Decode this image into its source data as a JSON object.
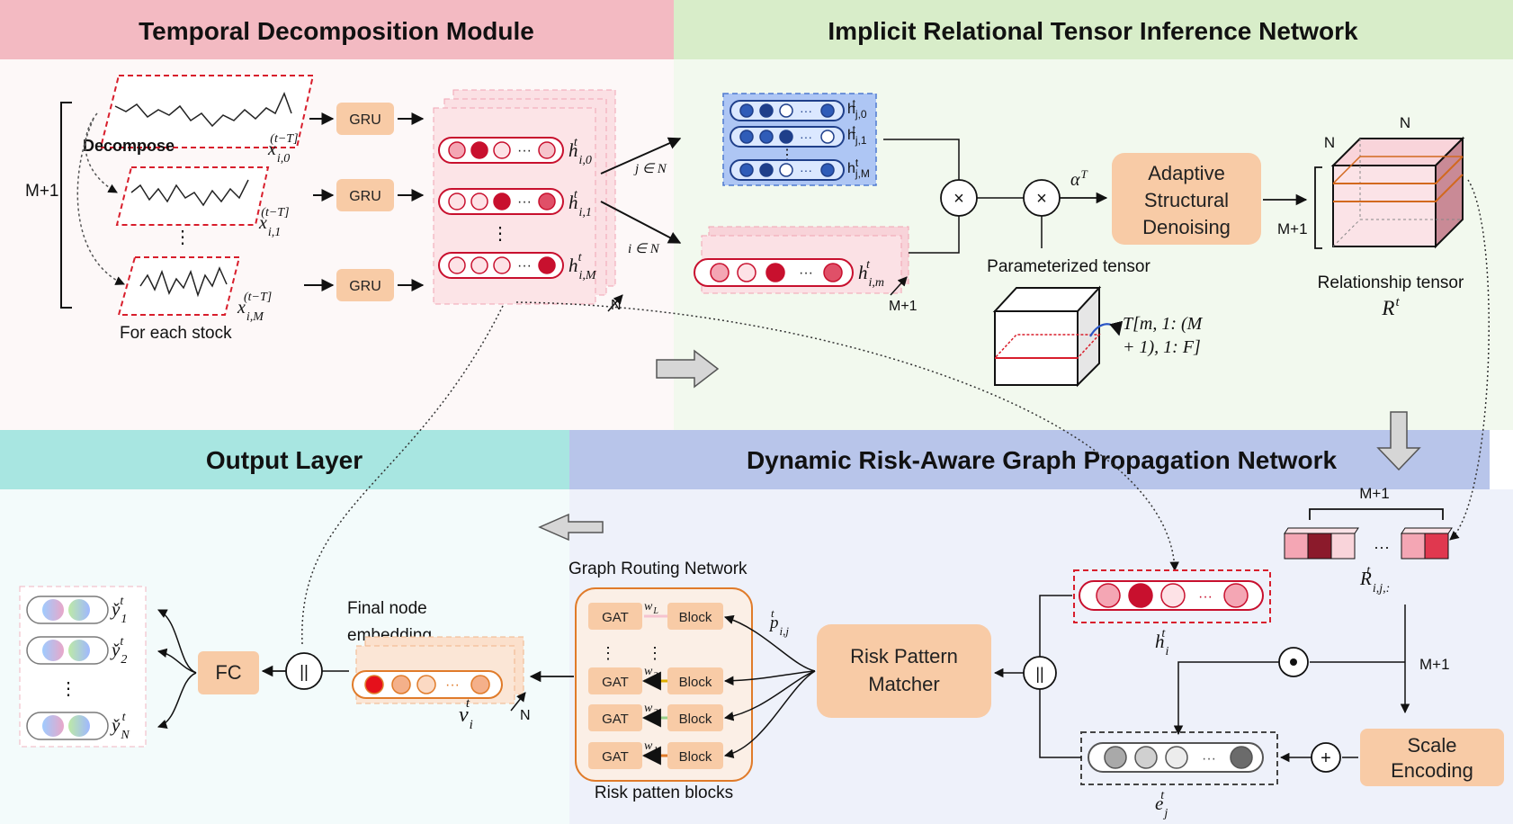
{
  "panels": {
    "temporal": "Temporal Decomposition Module",
    "inference": "Implicit Relational Tensor Inference Network",
    "output": "Output Layer",
    "propagation": "Dynamic Risk-Aware Graph Propagation Network"
  },
  "temporal": {
    "decompose": "Decompose",
    "m_plus_1": "M+1",
    "for_each_stock": "For each stock",
    "gru": "GRU",
    "x_labels": [
      "x",
      "x",
      "x"
    ],
    "x_subs": [
      "i,0",
      "i,1",
      "i,M"
    ],
    "x_sup": "(t−T]",
    "h_base": "h",
    "h_sup": "t",
    "h_subs": [
      "i,0",
      "i,1",
      "i,M"
    ],
    "n_label": "N",
    "j_in_n": "j ∈ N",
    "i_in_n": "i ∈ N"
  },
  "inference": {
    "hj_subs": [
      "j,0",
      "j,1",
      "j,M"
    ],
    "him_sub": "i,m",
    "m_plus_1": "M+1",
    "alpha": "α",
    "alpha_sup": "T",
    "adaptive": [
      "Adaptive",
      "Structural",
      "Denoising"
    ],
    "param_tensor": "Parameterized tensor",
    "tensor_label_line1": "T[m, 1: (M",
    "tensor_label_line2": "+ 1), 1: F]",
    "relationship_tensor": "Relationship tensor",
    "r_label": "R",
    "r_sup": "t",
    "n_top": "N",
    "n_side": "N",
    "m_side": "M+1"
  },
  "propagation": {
    "m_plus_1_top": "M+1",
    "rij_label": "R",
    "rij_sup": "t",
    "rij_sub": "i,j,:",
    "hi_label": "h",
    "hi_sup": "t",
    "hi_sub": "i",
    "ej_label": "e",
    "ej_sup": "t",
    "ej_sub": "j",
    "m_plus_1_right": "M+1",
    "scale_encoding": [
      "Scale",
      "Encoding"
    ],
    "risk_pattern": [
      "Risk Pattern",
      "Matcher"
    ],
    "graph_routing": "Graph Routing Network",
    "risk_blocks": "Risk  patten blocks",
    "gat": "GAT",
    "block": "Block",
    "w_labels": [
      "L",
      "3",
      "2",
      "1"
    ],
    "p_label": "p",
    "p_sup": "t",
    "p_sub": "i,j",
    "concat": "||"
  },
  "output": {
    "final_node": [
      "Final node",
      "embedding"
    ],
    "v_label": "v",
    "v_sup": "t",
    "v_sub": "i",
    "n_label": "N",
    "fc": "FC",
    "y_subs": [
      "1",
      "2",
      "N"
    ],
    "y_sup": "t",
    "y_label": "y̌"
  }
}
